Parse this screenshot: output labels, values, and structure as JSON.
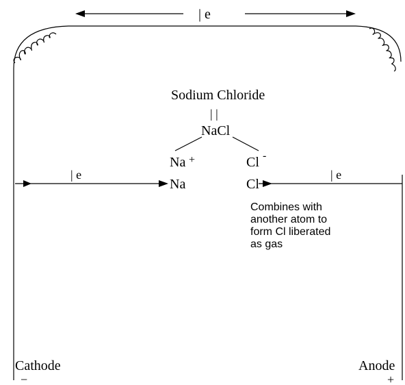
{
  "diagram": {
    "top_electron_label": "| e",
    "left_electron_label": "| e",
    "right_electron_label": "| e",
    "compound_name": "Sodium Chloride",
    "equals_mark": "| |",
    "formula": "NaCl",
    "cation": "Na",
    "cation_charge": "+",
    "anion": "Cl",
    "anion_charge": "-",
    "sodium_product": "Na",
    "chlorine_product": "Cl",
    "note_lines": [
      "Combines with",
      "another atom to",
      "form Cl  liberated",
      "as gas"
    ],
    "cathode_label": "Cathode",
    "cathode_sign": "−",
    "anode_label": "Anode",
    "anode_sign": "+"
  }
}
